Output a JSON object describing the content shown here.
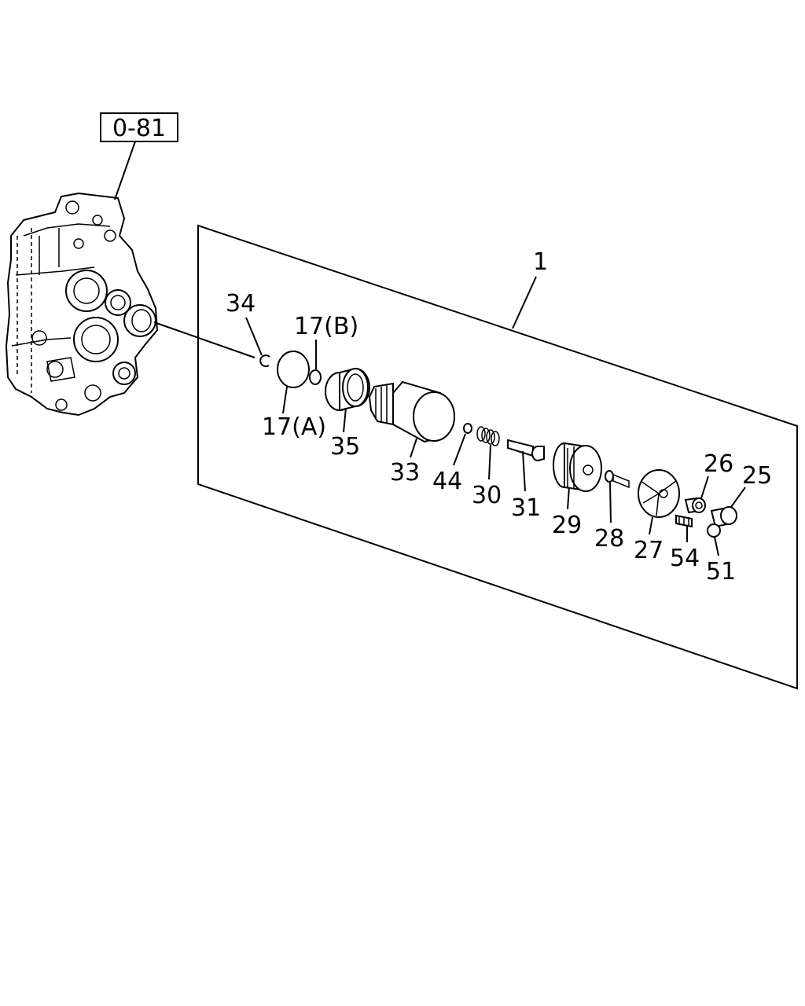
{
  "reference": {
    "label": "0-81"
  },
  "assembly": {
    "label": "1"
  },
  "callouts": [
    {
      "id": "34",
      "label": "34"
    },
    {
      "id": "17b",
      "label": "17(B)"
    },
    {
      "id": "17a",
      "label": "17(A)"
    },
    {
      "id": "35",
      "label": "35"
    },
    {
      "id": "33",
      "label": "33"
    },
    {
      "id": "44",
      "label": "44"
    },
    {
      "id": "30",
      "label": "30"
    },
    {
      "id": "31",
      "label": "31"
    },
    {
      "id": "29",
      "label": "29"
    },
    {
      "id": "28",
      "label": "28"
    },
    {
      "id": "27",
      "label": "27"
    },
    {
      "id": "26",
      "label": "26"
    },
    {
      "id": "25",
      "label": "25"
    },
    {
      "id": "54",
      "label": "54"
    },
    {
      "id": "51",
      "label": "51"
    }
  ]
}
